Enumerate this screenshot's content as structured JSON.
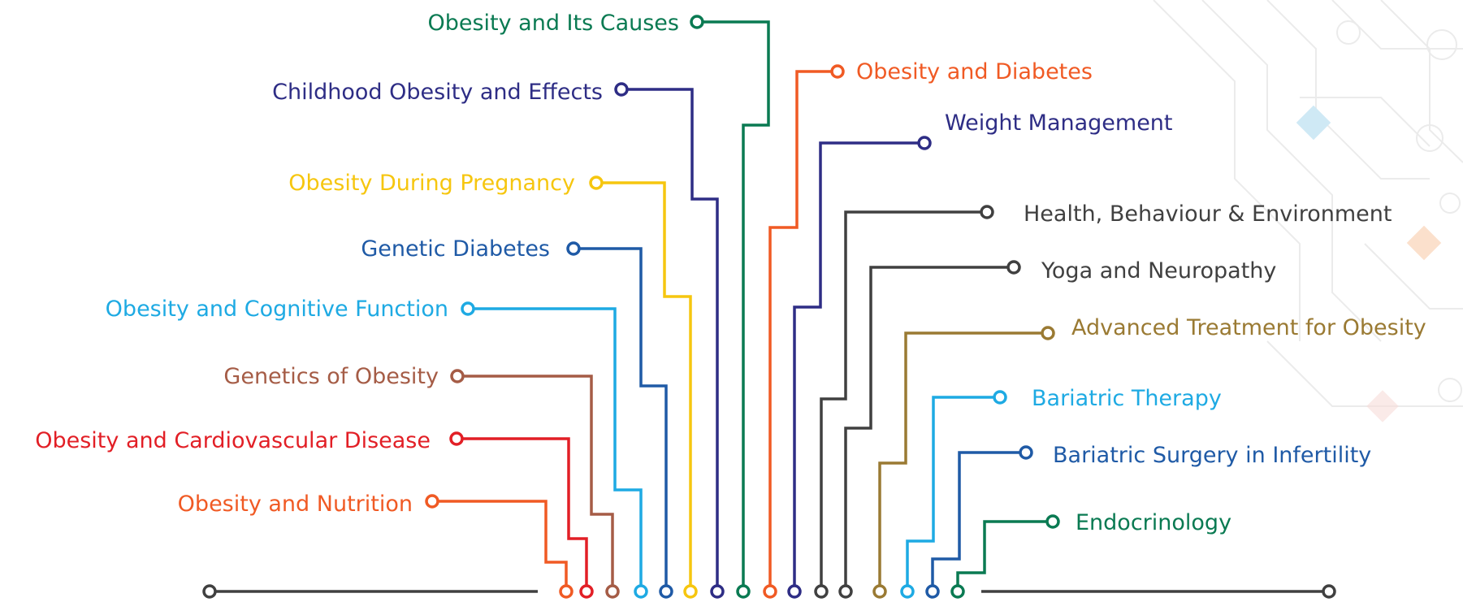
{
  "diagram": {
    "left_topics": [
      {
        "label": "Obesity and Its Causes",
        "color": "#0a7a52"
      },
      {
        "label": "Childhood Obesity and Effects",
        "color": "#2e2d85"
      },
      {
        "label": "Obesity During Pregnancy",
        "color": "#f6c60f"
      },
      {
        "label": "Genetic Diabetes",
        "color": "#1f5aa6"
      },
      {
        "label": "Obesity and Cognitive Function",
        "color": "#1eaae3"
      },
      {
        "label": "Genetics of Obesity",
        "color": "#a55c46"
      },
      {
        "label": "Obesity and Cardiovascular Disease",
        "color": "#e21f26"
      },
      {
        "label": "Obesity and Nutrition",
        "color": "#f05a24"
      }
    ],
    "right_topics": [
      {
        "label": "Obesity and Diabetes",
        "color": "#f05a24"
      },
      {
        "label": "Weight Management",
        "color": "#2e2d85"
      },
      {
        "label": "Health, Behaviour & Environment",
        "color": "#404040"
      },
      {
        "label": "Yoga and Neuropathy",
        "color": "#404040"
      },
      {
        "label": "Advanced Treatment for Obesity",
        "color": "#9a7a33"
      },
      {
        "label": "Bariatric Therapy",
        "color": "#1eaae3"
      },
      {
        "label": "Bariatric Surgery in Infertility",
        "color": "#1f5aa6"
      },
      {
        "label": "Endocrinology",
        "color": "#0a7a52"
      }
    ],
    "baseline_color": "#404040"
  }
}
